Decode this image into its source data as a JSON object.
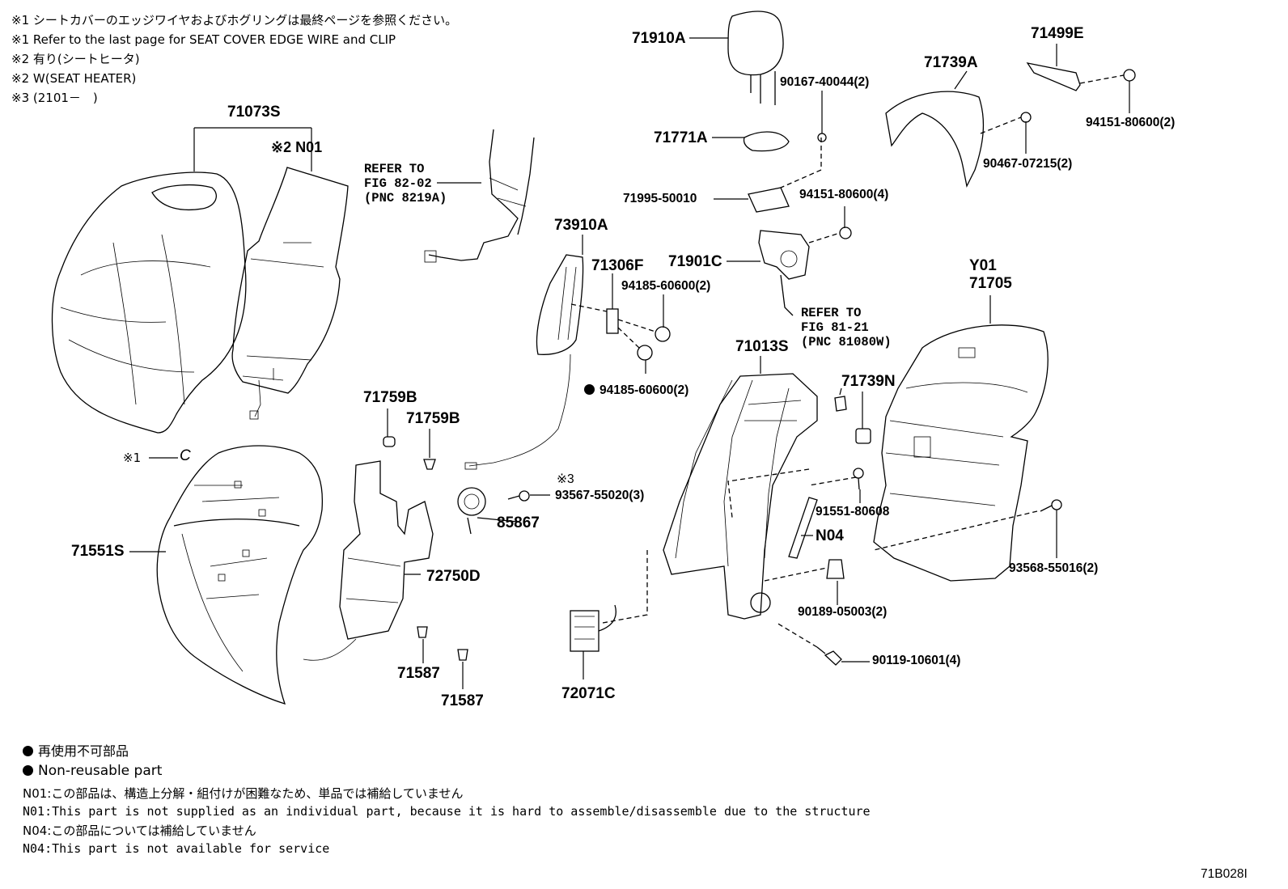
{
  "notes_top": [
    "※1 シートカバーのエッジワイヤおよびホグリングは最終ページを参照ください。",
    "※1 Refer to the last page for SEAT COVER EDGE WIRE and CLIP",
    "※2 有り(シートヒータ)",
    "※2 W(SEAT HEATER)",
    "※3 (2101－　)"
  ],
  "refs": {
    "fig82": "REFER TO\nFIG 82-02\n(PNC 8219A)",
    "fig81": "REFER TO\nFIG 81-21\n(PNC 81080W)"
  },
  "parts": {
    "p71073S": "71073S",
    "p2N01": "※2 N01",
    "c1": "※1",
    "c1sym": "C",
    "p71551S": "71551S",
    "p71759B_a": "71759B",
    "p71759B_b": "71759B",
    "p72750D": "72750D",
    "p71587_a": "71587",
    "p71587_b": "71587",
    "p73910A": "73910A",
    "p71306F": "71306F",
    "p94185_60600_2a": "94185-60600(2)",
    "p94185_60600_2b": "94185-60600(2)",
    "p3": "※3",
    "p93567": "93567-55020(3)",
    "p85867": "85867",
    "p72071C": "72071C",
    "p71910A": "71910A",
    "p90167": "90167-40044(2)",
    "p71771A": "71771A",
    "p71995": "71995-50010",
    "p94151_4": "94151-80600(4)",
    "p71901C": "71901C",
    "p71013S": "71013S",
    "p71739N": "71739N",
    "p91551": "91551-80608",
    "pN04": "N04",
    "p90189": "90189-05003(2)",
    "p90119": "90119-10601(4)",
    "p71499E": "71499E",
    "p71739A": "71739A",
    "p94151_2": "94151-80600(2)",
    "p90467": "90467-07215(2)",
    "pY01": "Y01",
    "p71705": "71705",
    "p93568": "93568-55016(2)"
  },
  "notes_bottom": {
    "nonreuse_jp": "再使用不可部品",
    "nonreuse_en": "Non-reusable part",
    "n01_jp": "N01:この部品は、構造上分解・組付けが困難なため、単品では補給していません",
    "n01_en": "N01:This part is not supplied as an individual part, because it is hard to assemble/disassemble due to the structure",
    "n04_jp": "N04:この部品については補給していません",
    "n04_en": "N04:This part is not available for service"
  },
  "figure_code": "71B028I"
}
